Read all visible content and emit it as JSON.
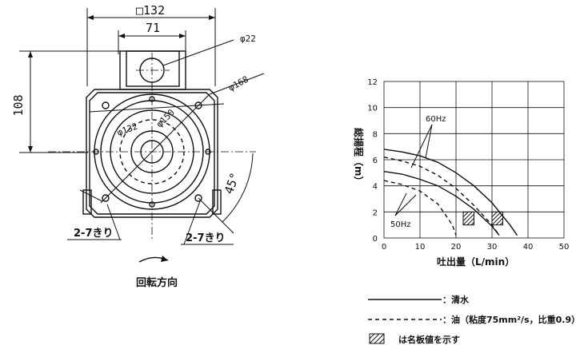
{
  "drawing": {
    "dim_square": "□132",
    "dim_width": "71",
    "dim_height": "108",
    "dim_dia_22": "φ22",
    "dim_dia_168": "φ168",
    "dim_dia_150": "φ150",
    "dim_dia_132": "φ132",
    "dim_angle": "45°",
    "hole_left": "2-7きり",
    "hole_right": "2-7きり",
    "rotation_label": "回転方向"
  },
  "chart_data": {
    "type": "line",
    "ylabel": "総揚程（m）",
    "xlabel": "吐出量（L/min）",
    "xlim": [
      0,
      50
    ],
    "ylim": [
      0,
      12
    ],
    "x_ticks": [
      0,
      10,
      20,
      30,
      40,
      50
    ],
    "y_ticks": [
      0,
      2,
      4,
      6,
      8,
      10,
      12
    ],
    "grid": true,
    "annotations": [
      "60Hz",
      "50Hz"
    ],
    "series": [
      {
        "name": "60Hz",
        "style": "solid",
        "x": [
          0,
          5,
          10,
          15,
          20,
          25,
          30,
          35,
          37
        ],
        "y": [
          6.8,
          6.6,
          6.3,
          5.8,
          5.0,
          4.0,
          2.7,
          1.0,
          0.2
        ]
      },
      {
        "name": "60Hz",
        "style": "dashed",
        "x": [
          0,
          5,
          10,
          15,
          20,
          25,
          30,
          32
        ],
        "y": [
          6.2,
          5.9,
          5.5,
          4.8,
          3.8,
          2.5,
          1.0,
          0.2
        ]
      },
      {
        "name": "50Hz",
        "style": "solid",
        "x": [
          0,
          5,
          10,
          15,
          20,
          25,
          30,
          32
        ],
        "y": [
          5.1,
          4.9,
          4.5,
          4.0,
          3.2,
          2.2,
          0.9,
          0.2
        ]
      },
      {
        "name": "50Hz",
        "style": "dashed",
        "x": [
          0,
          5,
          10,
          15,
          19,
          20
        ],
        "y": [
          4.4,
          4.1,
          3.6,
          2.6,
          1.0,
          0.2
        ]
      }
    ],
    "rated_boxes": [
      {
        "x": [
          22,
          25
        ],
        "y": [
          1.0,
          2.0
        ]
      },
      {
        "x": [
          30,
          33
        ],
        "y": [
          1.0,
          2.0
        ]
      }
    ]
  },
  "legend": {
    "solid_label": "：清水",
    "dashed_label": "：油（粘度75mm²/s，比重0.9）",
    "hatch_label": "は名板値を示す"
  }
}
